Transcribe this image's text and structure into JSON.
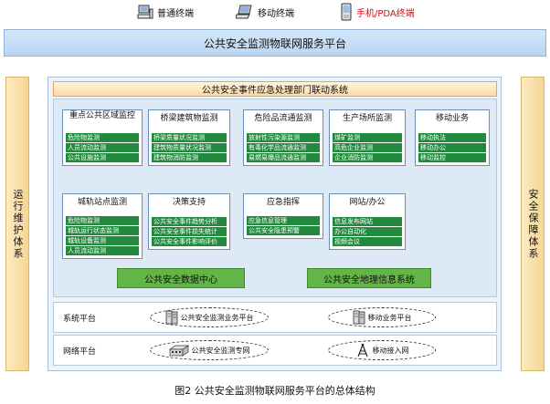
{
  "terminals": [
    {
      "label": "普通终端",
      "icon": "desktop-computer-icon"
    },
    {
      "label": "移动终端",
      "icon": "laptop-icon"
    },
    {
      "label": "手机/PDA终端",
      "icon": "mobile-phone-icon",
      "color": "#d01010"
    }
  ],
  "main_bar": {
    "label": "公共安全监测物联网服务平台"
  },
  "left_side": {
    "label": "运行维护体系"
  },
  "right_side": {
    "label": "安全保障体系"
  },
  "link_bar": {
    "label": "公共安全事件应急处理部门联动系统"
  },
  "modules": [
    {
      "title": "重点公共区域监控",
      "items": [
        "危险物监测",
        "人员流动监测",
        "公共设施监测"
      ]
    },
    {
      "title": "桥梁建筑物监测",
      "items": [
        "桥梁质量状况监测",
        "建筑物质量状况监测",
        "建筑物消防监测"
      ]
    },
    {
      "title": "危险品流通监测",
      "items": [
        "放射性污染源监测",
        "有毒化学品流通监测",
        "易燃易爆品流通监测"
      ]
    },
    {
      "title": "生产场所监测",
      "items": [
        "煤矿监测",
        "高危企业监测",
        "企业消防监测"
      ]
    },
    {
      "title": "移动业务",
      "items": [
        "移动执法",
        "移动办公",
        "移动监控"
      ]
    },
    {
      "title": "城轨站点监测",
      "items": [
        "危险物监测",
        "城轨运行状态监测",
        "城轨设备监测",
        "人员流动监测"
      ]
    },
    {
      "title": "决策支持",
      "items": [
        "公共安全事件趋势分析",
        "公共安全事件损失统计",
        "公共安全事件影响评价"
      ]
    },
    {
      "title": "应急指挥",
      "items": [
        "应急信息管理",
        "公共安全隐患预警"
      ]
    },
    {
      "title": "网站/办公",
      "items": [
        "信息发布网站",
        "办公自动化",
        "视频会议"
      ]
    }
  ],
  "data_center": {
    "label": "公共安全数据中心"
  },
  "geo_system": {
    "label": "公共安全地理信息系统"
  },
  "system_platform": {
    "label": "系统平台",
    "nodes": [
      {
        "label": "公共安全监测业务平台",
        "icon": "server-icon"
      },
      {
        "label": "移动业务平台",
        "icon": "server-icon"
      }
    ]
  },
  "network_platform": {
    "label": "网络平台",
    "nodes": [
      {
        "label": "公共安全监测专网",
        "icon": "network-switch-icon"
      },
      {
        "label": "移动接入网",
        "icon": "antenna-tower-icon"
      }
    ]
  },
  "caption": "图2 公共安全监测物联网服务平台的总体结构",
  "colors": {
    "module_item_bg": "#228a3d",
    "green_bar": "#63b547",
    "main_bar": "#c6ddf5",
    "side_bar": "#f8dfa6",
    "link_bar": "#fbdba7"
  }
}
